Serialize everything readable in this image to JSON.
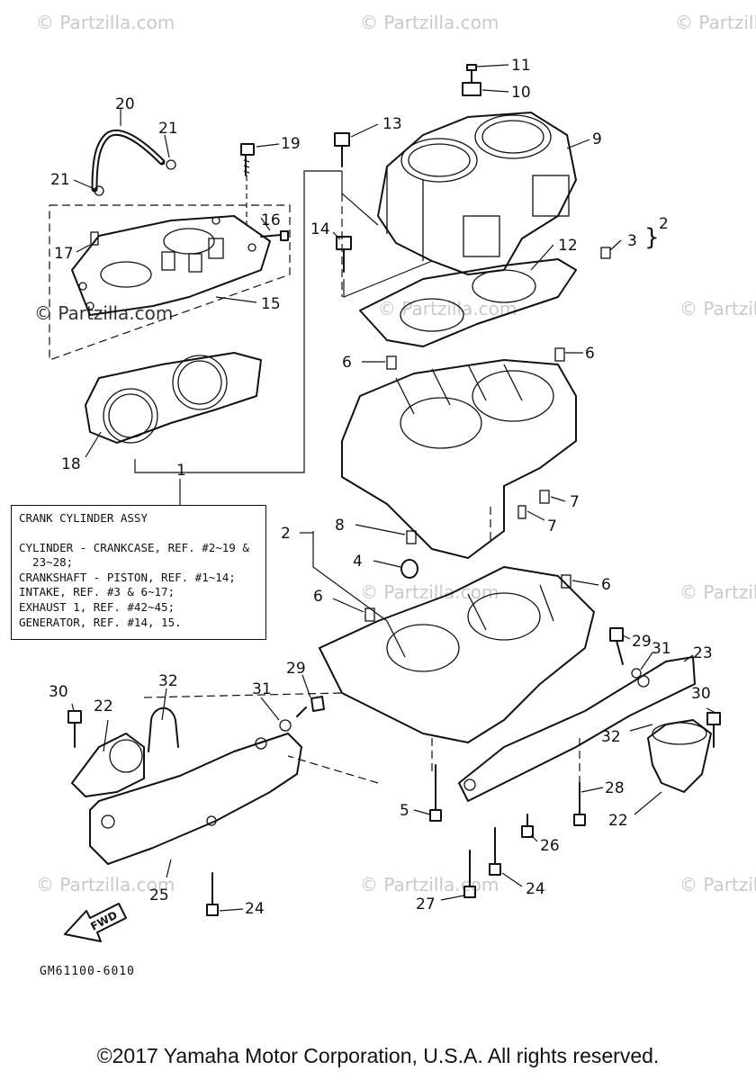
{
  "watermark": "© Partzilla.com",
  "reference_box": {
    "title": "CRANK CYLINDER ASSY",
    "lines": [
      "CYLINDER - CRANKCASE, REF. #2~19 &",
      "  23~28;",
      "CRANKSHAFT - PISTON, REF. #1~14;",
      "INTAKE, REF. #3 & 6~17;",
      "EXHAUST 1, REF. #42~45;",
      "GENERATOR, REF. #14, 15."
    ]
  },
  "callouts": {
    "c1": "1",
    "c2a": "2",
    "c2b": "2",
    "c3": "3",
    "c4": "4",
    "c5": "5",
    "c6a": "6",
    "c6b": "6",
    "c6c": "6",
    "c6d": "6",
    "c7a": "7",
    "c7b": "7",
    "c8": "8",
    "c9": "9",
    "c10": "10",
    "c11": "11",
    "c12": "12",
    "c13": "13",
    "c14": "14",
    "c15": "15",
    "c16": "16",
    "c17": "17",
    "c18": "18",
    "c19": "19",
    "c20": "20",
    "c21a": "21",
    "c21b": "21",
    "c22a": "22",
    "c22b": "22",
    "c23": "23",
    "c24a": "24",
    "c24b": "24",
    "c25": "25",
    "c26": "26",
    "c27": "27",
    "c28": "28",
    "c29a": "29",
    "c29b": "29",
    "c30a": "30",
    "c30b": "30",
    "c31a": "31",
    "c31b": "31",
    "c32a": "32",
    "c32b": "32"
  },
  "fwd_label": "FWD",
  "diagram_code": "GM61100-6010",
  "copyright": "©2017  Yamaha Motor Corporation, U.S.A. All rights reserved."
}
